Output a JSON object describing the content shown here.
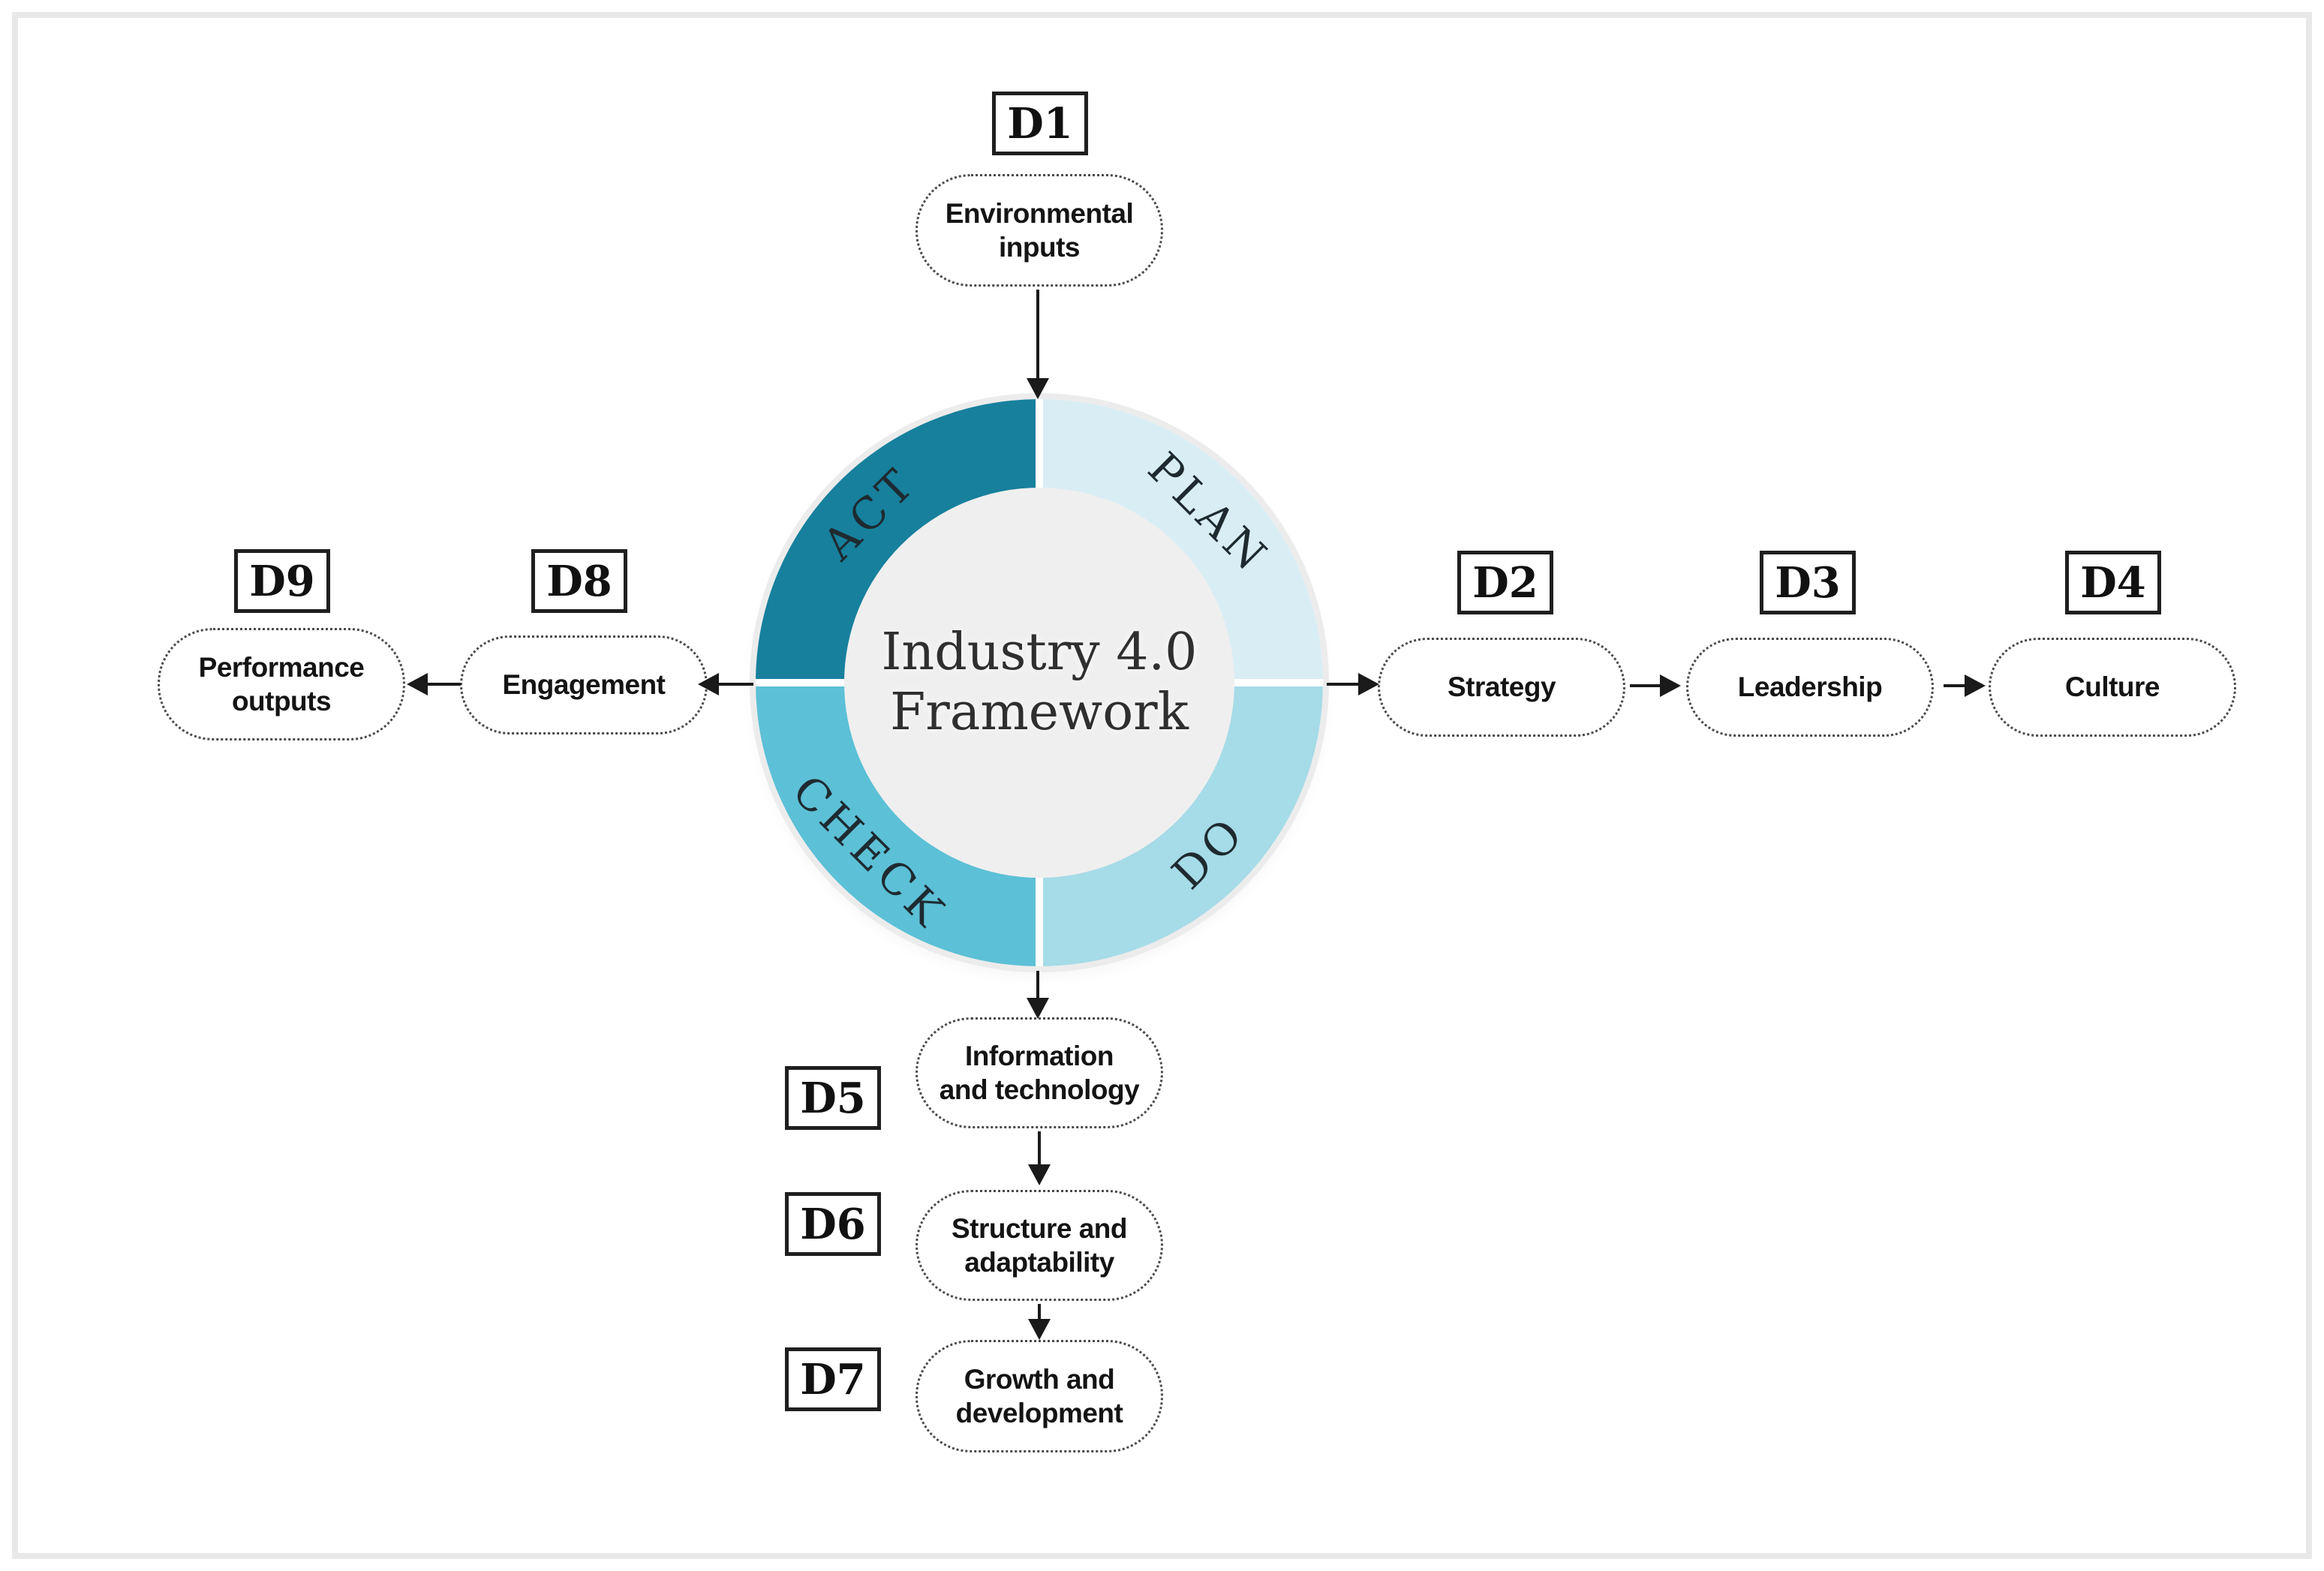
{
  "center": {
    "line1": "Industry 4.0",
    "line2": "Framework"
  },
  "cycle": [
    {
      "id": "plan",
      "label": "PLAN",
      "color": "#D9EDF5"
    },
    {
      "id": "do",
      "label": "DO",
      "color": "#A6DBE8"
    },
    {
      "id": "check",
      "label": "CHECK",
      "color": "#5CC0D6"
    },
    {
      "id": "act",
      "label": "ACT",
      "color": "#17809D"
    }
  ],
  "nodes": {
    "d1": {
      "tag": "D1",
      "label": "Environmental inputs"
    },
    "d2": {
      "tag": "D2",
      "label": "Strategy"
    },
    "d3": {
      "tag": "D3",
      "label": "Leadership"
    },
    "d4": {
      "tag": "D4",
      "label": "Culture"
    },
    "d5": {
      "tag": "D5",
      "label": "Information and technology"
    },
    "d6": {
      "tag": "D6",
      "label": "Structure and adaptability"
    },
    "d7": {
      "tag": "D7",
      "label": "Growth and development"
    },
    "d8": {
      "tag": "D8",
      "label": "Engagement"
    },
    "d9": {
      "tag": "D9",
      "label": "Performance outputs"
    }
  },
  "colors": {
    "act": "#17809D",
    "plan": "#D9EDF5",
    "do": "#A6DBE8",
    "check": "#5CC0D6",
    "center_circle": "#EFEFEF",
    "page_border": "#E8E8E8",
    "arrow": "#1A1A1A"
  }
}
